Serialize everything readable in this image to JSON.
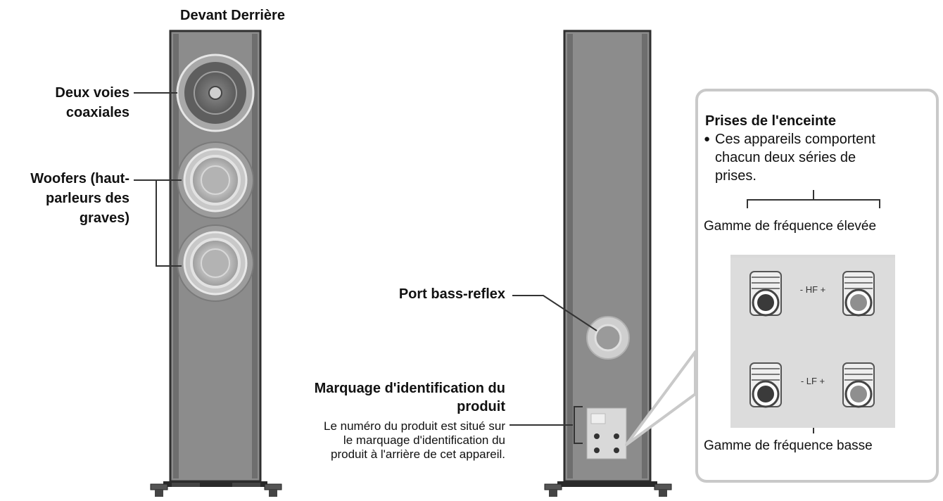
{
  "header": {
    "title": "Devant Derrière"
  },
  "front_labels": {
    "coaxial_line1": "Deux voies",
    "coaxial_line2": "coaxiales",
    "woofer_line1": "Woofers (haut-",
    "woofer_line2": "parleurs des",
    "woofer_line3": "graves)"
  },
  "rear_labels": {
    "bass_port": "Port bass-reflex",
    "id_title_line1": "Marquage d'identification du",
    "id_title_line2": "produit",
    "id_desc_line1": "Le numéro du produit est situé sur",
    "id_desc_line2": "le marquage d'identification du",
    "id_desc_line3": "produit à l'arrière de cet appareil."
  },
  "terminals_panel": {
    "title": "Prises de l'enceinte",
    "bullet": "●",
    "note_line1": "Ces appareils comportent",
    "note_line2": "chacun deux séries de",
    "note_line3": "prises.",
    "high_label": "Gamme de fréquence élevée",
    "low_label": "Gamme de fréquence basse",
    "hf_marks": "- HF +",
    "lf_marks": "- LF +"
  },
  "colors": {
    "cabinet": "#8c8c8c",
    "cabinet_edge": "#3a3a3a",
    "plate": "#d9d9d9",
    "line": "#333333"
  }
}
